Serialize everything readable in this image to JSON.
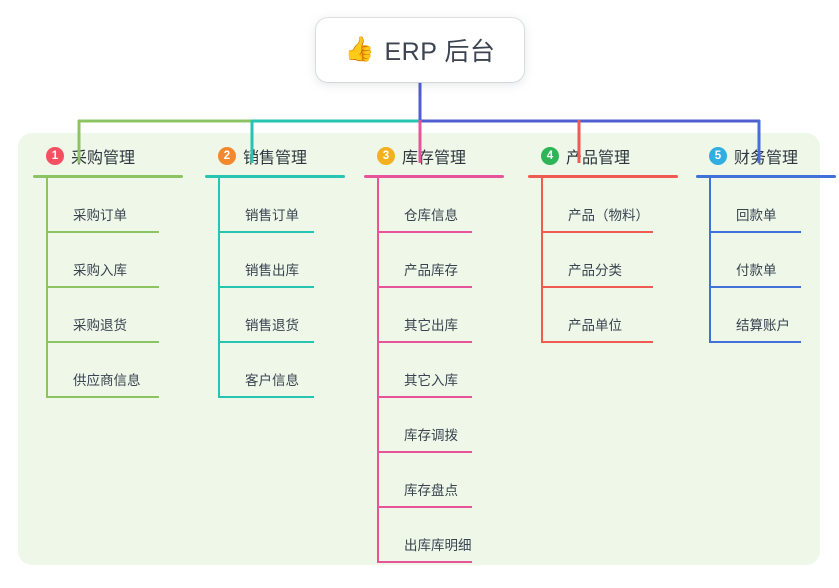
{
  "diagram": {
    "type": "org-chart",
    "root": {
      "icon": "thumbs-up-icon",
      "icon_glyph": "👍",
      "title": "ERP 后台"
    },
    "panel_color": "#eef7e8",
    "trunk_color": "#4f5dd0",
    "columns": [
      {
        "index": "1",
        "title": "采购管理",
        "color": "#8cc463",
        "badge_color": "#f54f62",
        "items": [
          "采购订单",
          "采购入库",
          "采购退货",
          "供应商信息"
        ]
      },
      {
        "index": "2",
        "title": "销售管理",
        "color": "#27c4b2",
        "badge_color": "#f2892f",
        "items": [
          "销售订单",
          "销售出库",
          "销售退货",
          "客户信息"
        ]
      },
      {
        "index": "3",
        "title": "库存管理",
        "color": "#e8549a",
        "badge_color": "#f5b022",
        "items": [
          "仓库信息",
          "产品库存",
          "其它出库",
          "其它入库",
          "库存调拨",
          "库存盘点",
          "出库库明细"
        ]
      },
      {
        "index": "4",
        "title": "产品管理",
        "color": "#f05a52",
        "badge_color": "#2fb457",
        "items": [
          "产品（物料）",
          "产品分类",
          "产品单位"
        ]
      },
      {
        "index": "5",
        "title": "财务管理",
        "color": "#4070d8",
        "badge_color": "#30aee0",
        "items": [
          "回款单",
          "付款单",
          "结算账户"
        ]
      }
    ]
  }
}
